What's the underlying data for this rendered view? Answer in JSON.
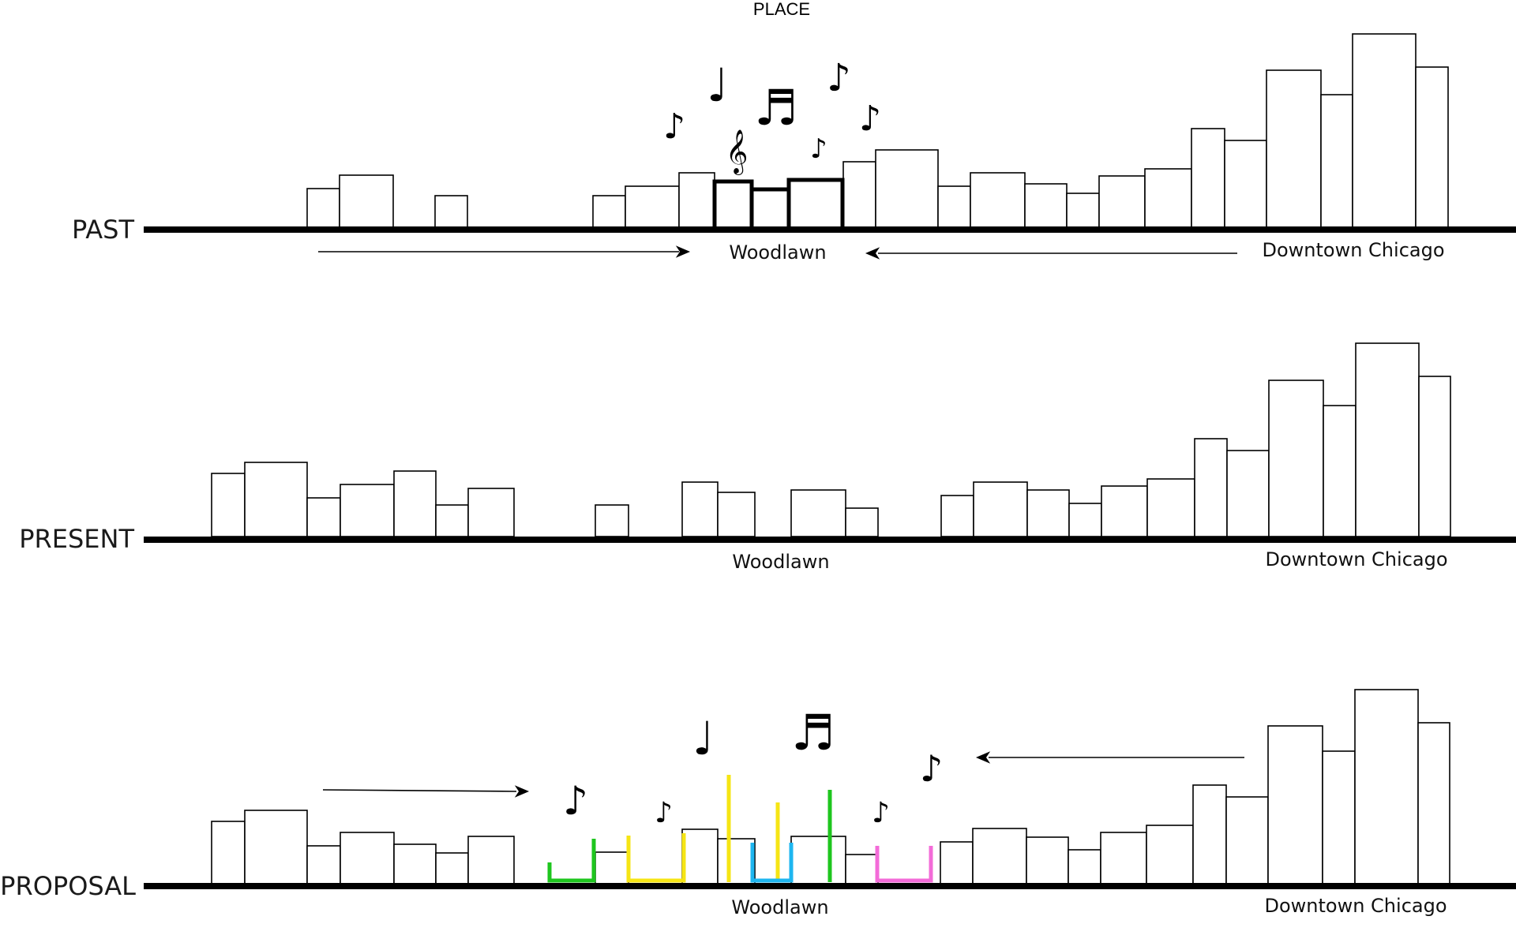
{
  "title": "PLACE",
  "rows": [
    {
      "label": "PAST",
      "places": [
        "Woodlawn",
        "Downtown Chicago"
      ],
      "flows": [
        "inward-from-left",
        "inward-from-right"
      ],
      "notes": [
        "♩",
        "♬",
        "♪",
        "♪",
        "♪",
        "♪",
        "𝄞"
      ]
    },
    {
      "label": "PRESENT",
      "places": [
        "Woodlawn",
        "Downtown Chicago"
      ],
      "flows": [],
      "notes": []
    },
    {
      "label": "PROPOSAL",
      "places": [
        "Woodlawn",
        "Downtown Chicago"
      ],
      "flows": [
        "inward-from-left",
        "inward-from-right"
      ],
      "notes": [
        "♩",
        "♬",
        "♪",
        "♪",
        "♪",
        "♪"
      ]
    }
  ],
  "colors": {
    "ink": "#000000",
    "green": "#1ec61e",
    "pink": "#f36bd8",
    "yellow": "#f6e514",
    "blue": "#1eb6f0"
  }
}
